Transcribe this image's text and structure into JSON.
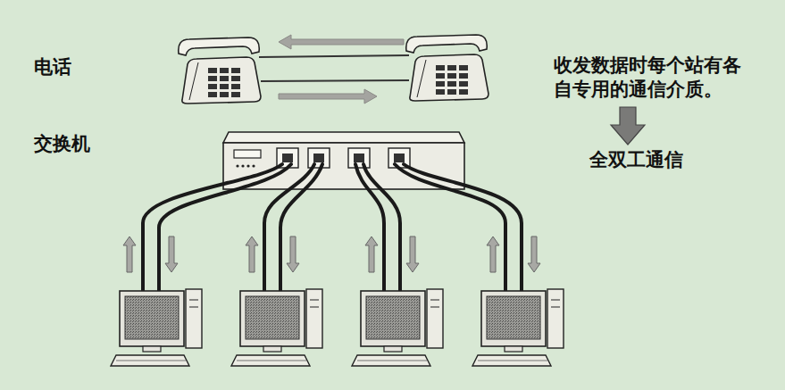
{
  "diagram": {
    "labels": [
      "电话",
      "交换机",
      "收发数据时每个站有各 自专用的通信介质。",
      "全双工通信"
    ]
  }
}
